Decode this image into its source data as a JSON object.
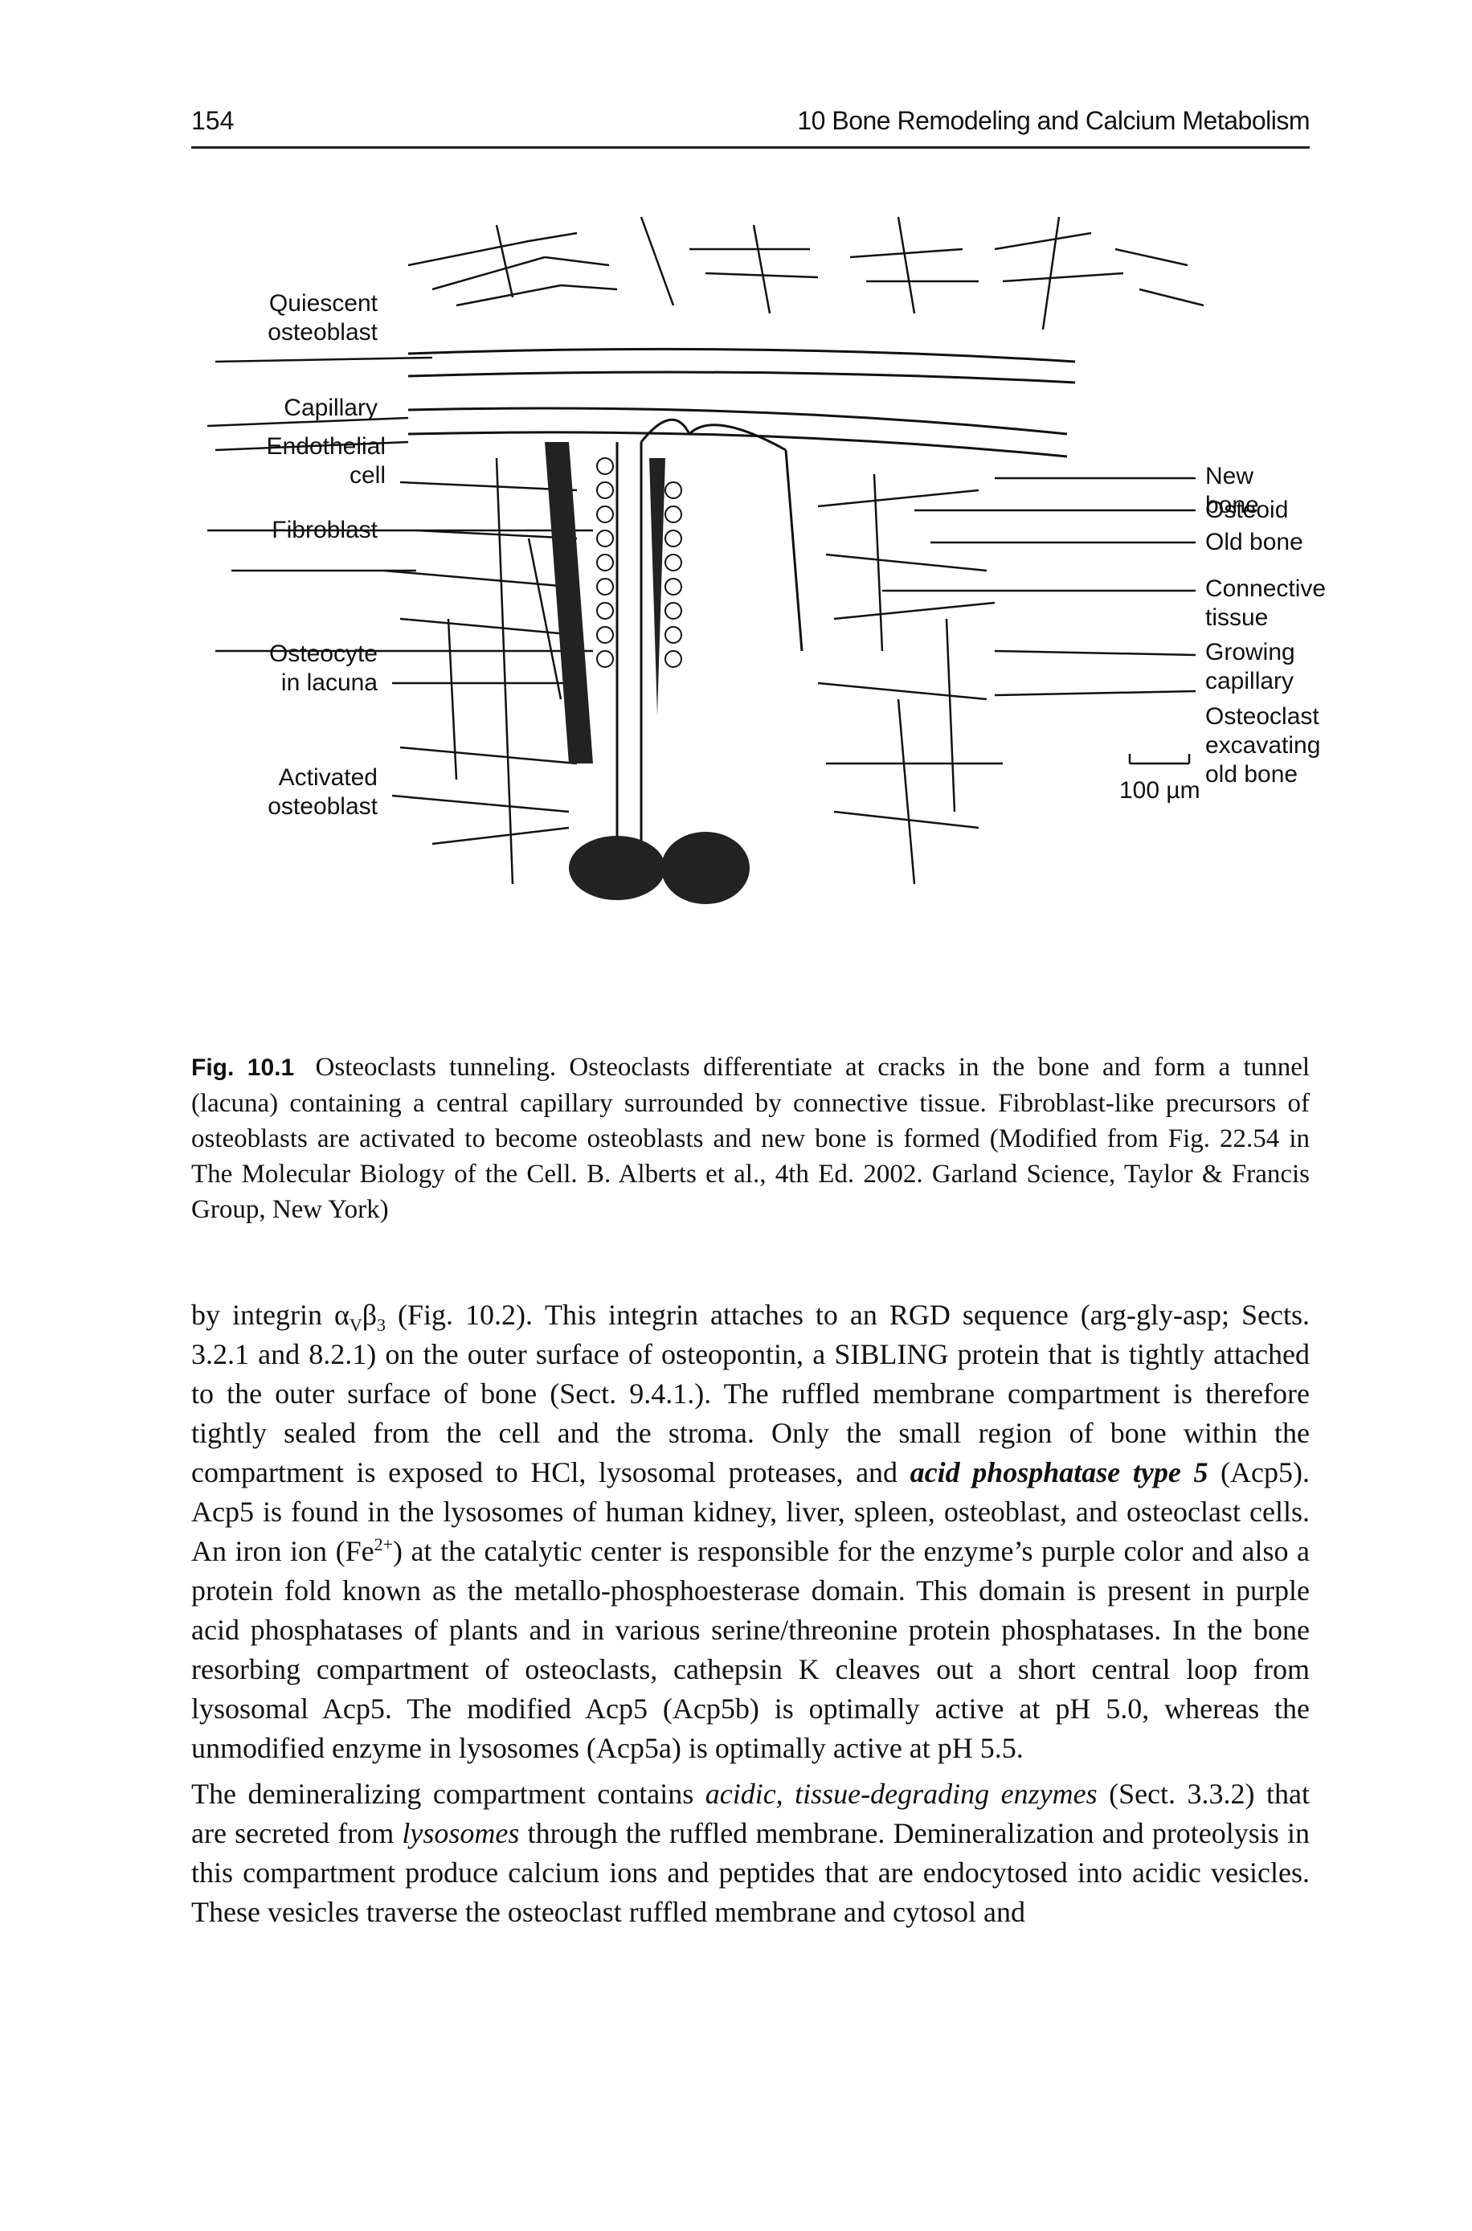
{
  "header": {
    "page_number": "154",
    "running_head": "10   Bone Remodeling and Calcium Metabolism"
  },
  "figure": {
    "labels_left": {
      "quiescent": "Quiescent\nosteoblast",
      "capillary": "Capillary",
      "endothelial": "Endothelial\ncell",
      "fibroblast": "Fibroblast",
      "osteocyte": "Osteocyte\nin lacuna",
      "activated": "Activated\nosteoblast"
    },
    "labels_right": {
      "new_bone": "New bone",
      "osteoid": "Osteoid",
      "old_bone": "Old bone",
      "connective": "Connective tissue",
      "growing": "Growing\ncapillary",
      "osteoclast": "Osteoclast\nexcavating\nold bone"
    },
    "scale_bar": "100 µm"
  },
  "caption": {
    "label": "Fig. 10.1",
    "text": "Osteoclasts tunneling. Osteoclasts differentiate at cracks in the bone and form a tunnel (lacuna) containing a central capillary surrounded by connective tissue. Fibroblast-like precursors of osteoblasts are activated to become osteoblasts and new bone is formed (Modified from Fig. 22.54 in The Molecular Biology of the Cell. B. Alberts et al., 4th Ed. 2002. Garland Science, Taylor & Francis Group, New York)"
  },
  "body": {
    "p1_a": "by integrin α",
    "p1_sub1": "V",
    "p1_b": "β",
    "p1_sub2": "3",
    "p1_c": " (Fig. 10.2). This integrin attaches to an RGD sequence (arg-gly-asp; Sects. 3.2.1 and 8.2.1) on the outer surface of osteopontin, a SIBLING protein that is tightly attached to the outer surface of bone (Sect. 9.4.1.). The ruffled membrane compartment is therefore tightly sealed from the cell and the stroma. Only the small region of bone within the compartment is exposed to HCl, lysosomal proteases, and ",
    "p1_em1": "acid phosphatase type 5",
    "p1_d": " (Acp5). Acp5 is found in the lysosomes of human kidney, liver, spleen, osteoblast, and osteoclast cells. An iron ion (Fe",
    "p1_sup": "2+",
    "p1_e": ") at the catalytic center is responsible for the enzyme’s purple color and also a protein fold known as the metallo-phosphoesterase domain. This domain is present in purple acid phosphatases of plants and in various serine/threonine protein phosphatases. In the bone resorbing compartment of osteoclasts, cathepsin K cleaves out a short central loop from lysosomal Acp5. The modified Acp5 (Acp5b) is optimally active at pH 5.0, whereas the unmodified enzyme in lysosomes (Acp5a) is optimally active at pH 5.5.",
    "p2_a": "The demineralizing compartment contains ",
    "p2_em1": "acidic, tissue-degrading enzymes",
    "p2_b": " (Sect. 3.3.2) that are secreted from ",
    "p2_em2": "lysosomes",
    "p2_c": " through the ruffled membrane. Demineralization and proteolysis in this compartment produce calcium ions and peptides that are endocytosed into acidic vesicles. These vesicles traverse the osteoclast ruffled membrane and cytosol and"
  }
}
